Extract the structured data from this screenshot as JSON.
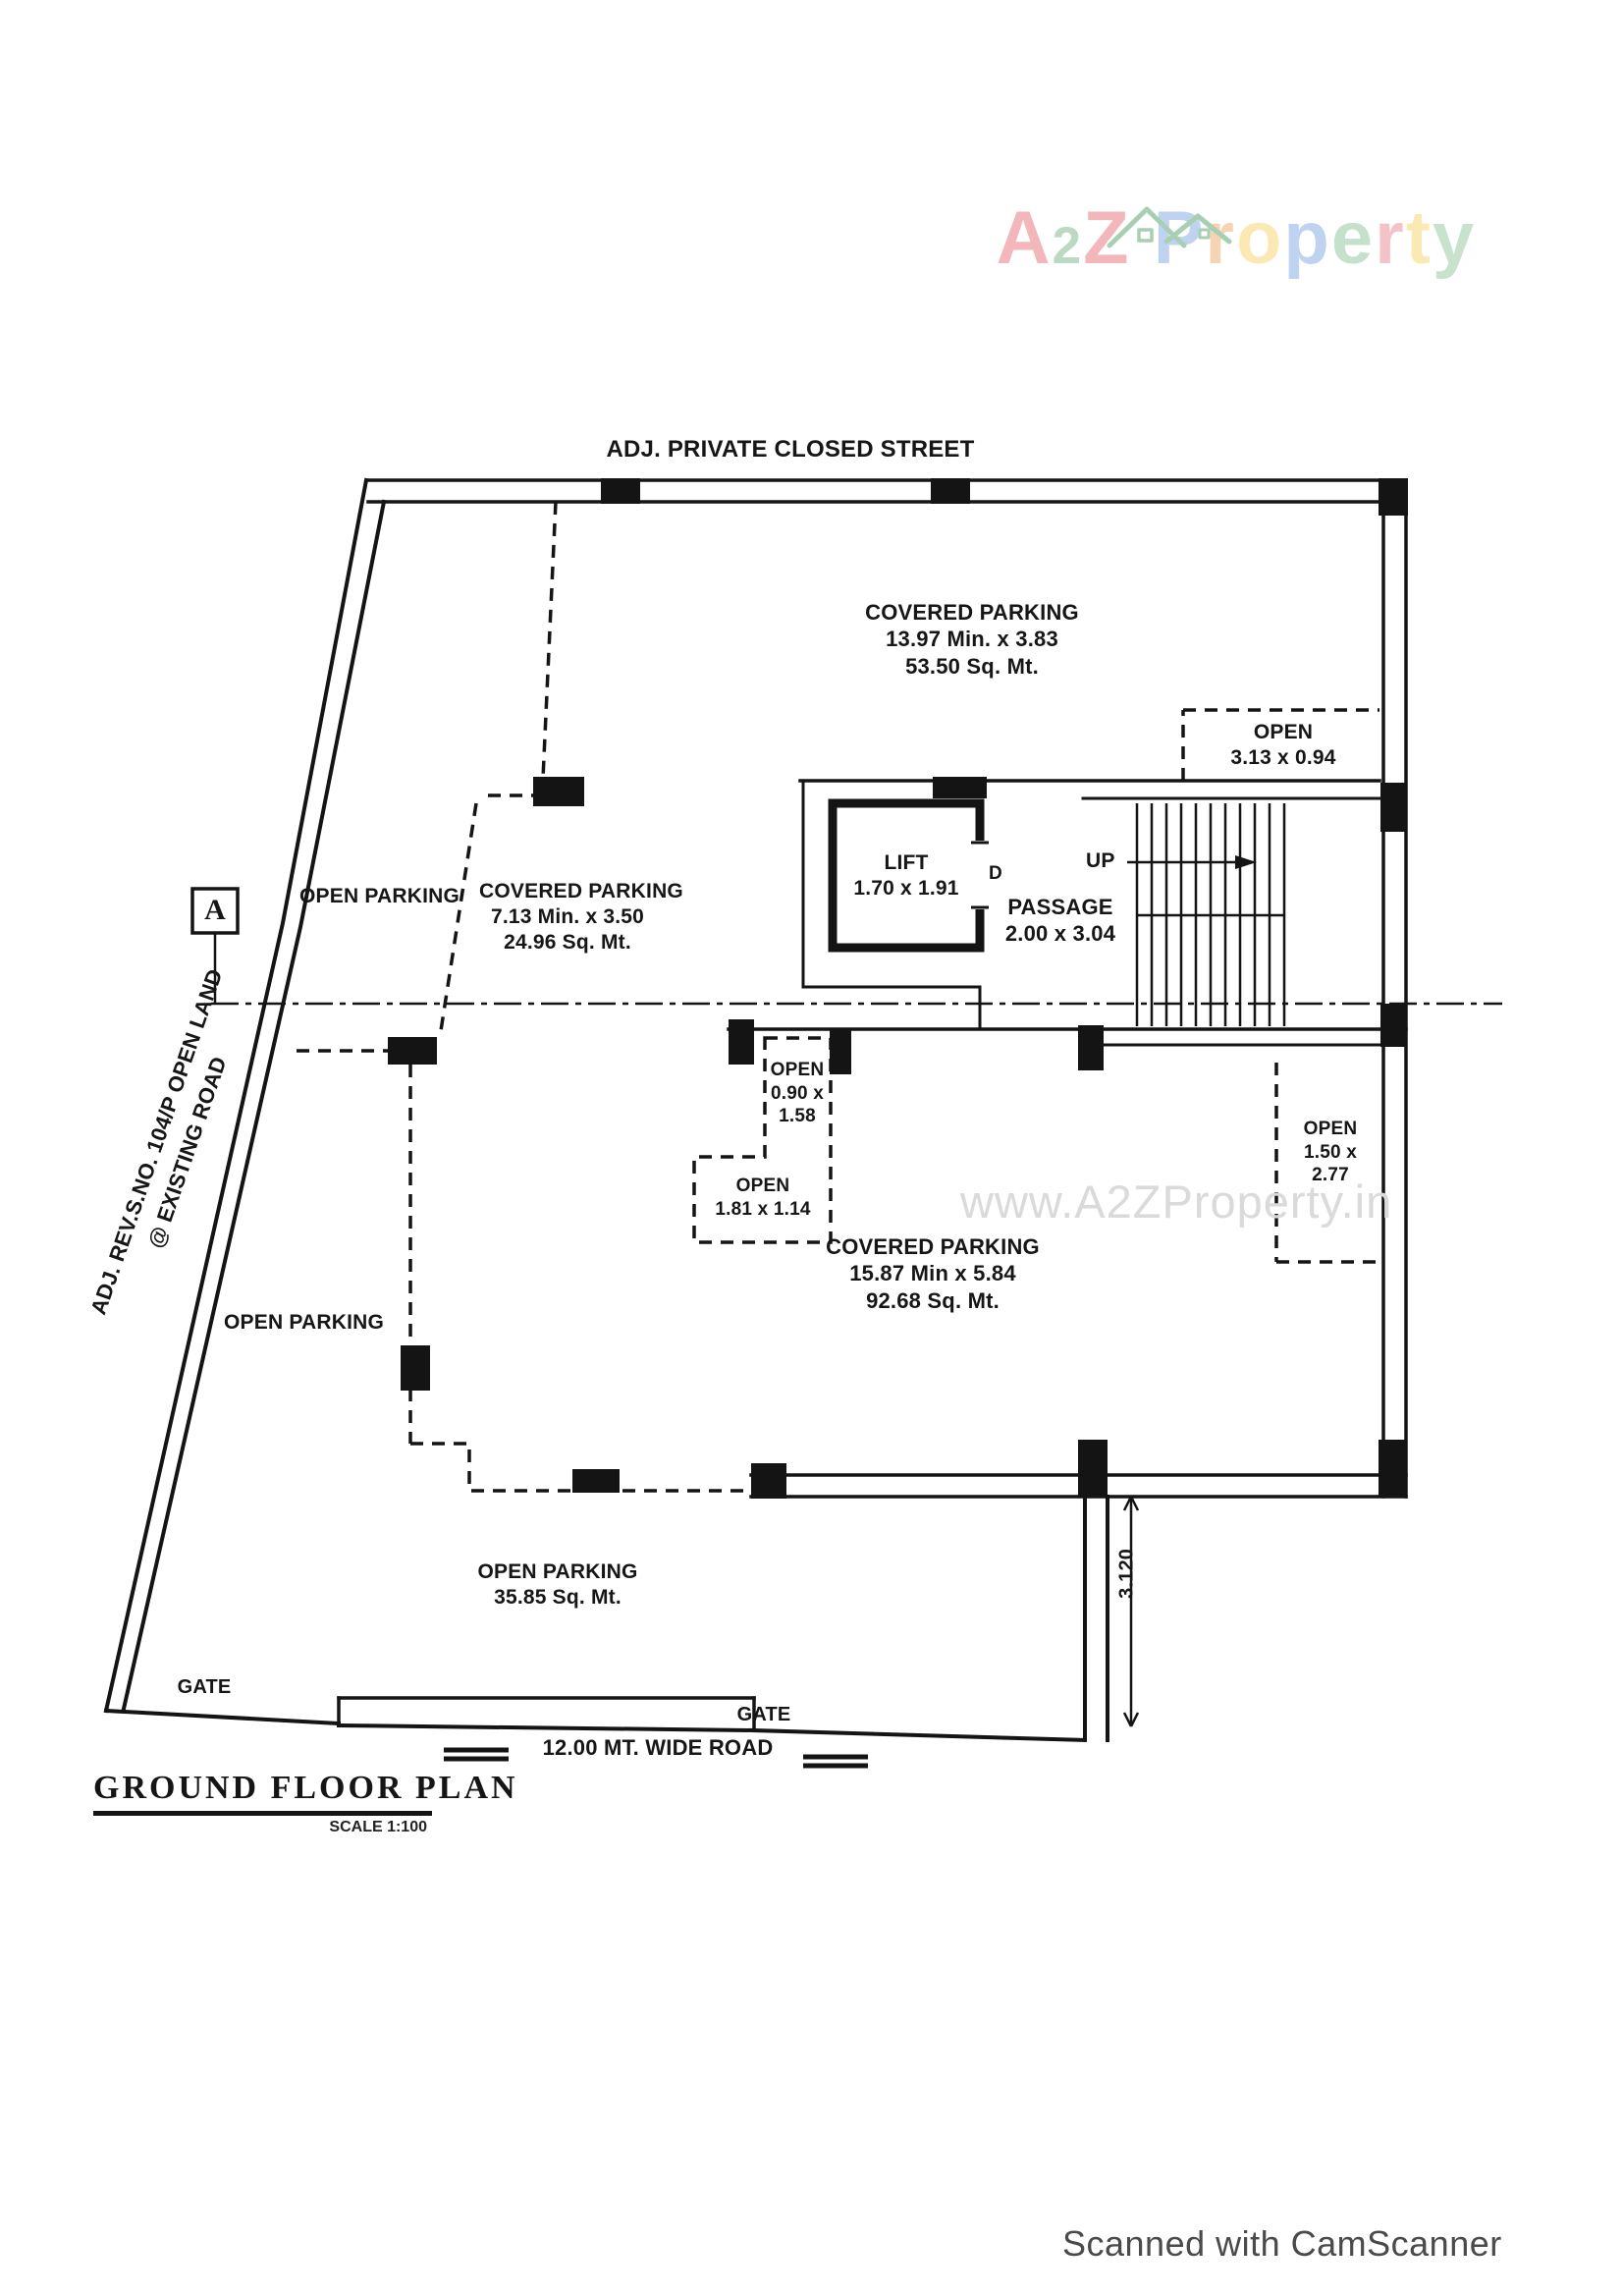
{
  "logo": {
    "text": "A2Z Property",
    "house_icon_color": "#a9cfb3",
    "letters": [
      {
        "ch": "A",
        "color": "#f3b6ba"
      },
      {
        "ch": "2",
        "color": "#bcd9c4",
        "small": true
      },
      {
        "ch": "Z",
        "color": "#f3b6ba"
      },
      {
        "ch": " ",
        "color": "#ffffff"
      },
      {
        "ch": "P",
        "color": "#bfd3f0"
      },
      {
        "ch": "r",
        "color": "#f7d4b1"
      },
      {
        "ch": "o",
        "color": "#fbe9b4"
      },
      {
        "ch": "p",
        "color": "#bfd3f0"
      },
      {
        "ch": "e",
        "color": "#c5e0cb"
      },
      {
        "ch": "r",
        "color": "#f4c3c7"
      },
      {
        "ch": "t",
        "color": "#fbe9b4"
      },
      {
        "ch": "y",
        "color": "#c8e2ce"
      }
    ]
  },
  "plan": {
    "street_label": "ADJ. PRIVATE CLOSED STREET",
    "covered_parking_top": [
      "COVERED PARKING",
      "13.97 Min. x 3.83",
      "53.50 Sq. Mt."
    ],
    "open_top_right": [
      "OPEN",
      "3.13 x 0.94"
    ],
    "lift": [
      "LIFT",
      "1.70 x 1.91"
    ],
    "door_label": "D",
    "passage": [
      "PASSAGE",
      "2.00 x 3.04"
    ],
    "up_label": "UP",
    "open_parking_upper": "OPEN PARKING",
    "covered_parking_left": [
      "COVERED PARKING",
      "7.13 Min. x 3.50",
      "24.96 Sq. Mt."
    ],
    "section_marker": "A",
    "adj_road_label": [
      "ADJ. REV.S.NO. 104/P OPEN LAND",
      "@ EXISTING ROAD"
    ],
    "open_mid_upper": [
      "OPEN",
      "0.90 x",
      "1.58"
    ],
    "open_mid_lower": [
      "OPEN",
      "1.81 x 1.14"
    ],
    "covered_parking_main": [
      "COVERED PARKING",
      "15.87 Min x 5.84",
      "92.68 Sq. Mt."
    ],
    "open_right": [
      "OPEN",
      "1.50 x",
      "2.77"
    ],
    "open_parking_lower": "OPEN PARKING",
    "open_parking_bottom": [
      "OPEN PARKING",
      "35.85 Sq. Mt."
    ],
    "gate_left": "GATE",
    "gate_right": "GATE",
    "road_label": "12.00 MT. WIDE ROAD",
    "dim_entry": "3.120"
  },
  "title": {
    "text": "GROUND FLOOR PLAN",
    "scale": "SCALE 1:100"
  },
  "watermark": "www.A2ZProperty.in",
  "scanner_credit": "Scanned with CamScanner",
  "colors": {
    "ink": "#141414",
    "watermark": "#dadada",
    "scanner_text": "#4a4a4a"
  }
}
